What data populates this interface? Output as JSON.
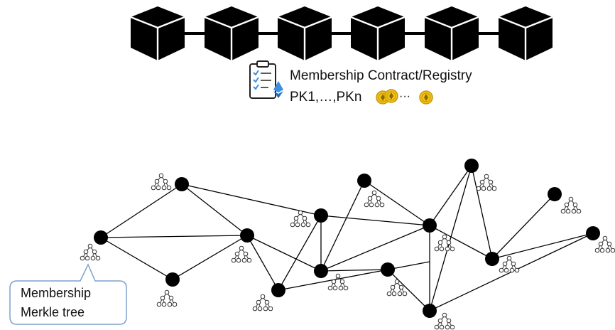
{
  "contract": {
    "title": "Membership Contract/Registry",
    "keys": "PK1,…,PKn",
    "coins_separator": "···",
    "icon": "checklist-ethereum-icon",
    "coin_icon": "ethereum-coin-icon"
  },
  "callout": {
    "line1": "Membership",
    "line2": "Merkle tree",
    "border_color": "#7ea0cc"
  },
  "colors": {
    "block": "#000000",
    "node": "#000000",
    "edge": "#000000",
    "coin": "#f3c21a",
    "eth": "#3d8fe0"
  },
  "blockchain": {
    "block_count": 6,
    "block_icon": "block-cube-icon"
  },
  "network": {
    "node_count": 15,
    "tree_icon": "merkle-tree-icon"
  }
}
